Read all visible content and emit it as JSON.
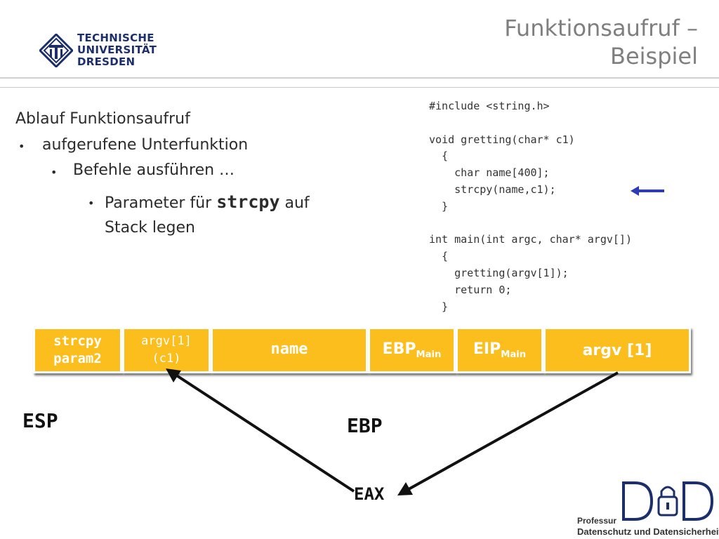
{
  "header": {
    "logo_lines": [
      "TECHNISCHE",
      "UNIVERSITÄT",
      "DRESDEN"
    ],
    "title_lines": [
      "Funktionsaufruf –",
      "Beispiel"
    ]
  },
  "bullets": {
    "heading": "Ablauf Funktionsaufruf",
    "level1": "aufgerufene Unterfunktion",
    "level2": "Befehle ausführen …",
    "level3_prefix": "Parameter für",
    "level3_code": "strcpy",
    "level3_suffix": "auf",
    "level3_line2": "Stack legen",
    "bullet_char": "•"
  },
  "code_lines": [
    "#include <string.h>",
    "",
    "void gretting(char* c1)",
    "  {",
    "    char name[400];",
    "    strcpy(name,c1);",
    "  }",
    "",
    "int main(int argc, char* argv[])",
    "  {",
    "    gretting(argv[1]);",
    "    return 0;",
    "  }"
  ],
  "stack": {
    "param2": [
      "strcpy",
      "param2"
    ],
    "c1": [
      "argv[1]",
      "(c1)"
    ],
    "name": "name",
    "ebp_main": "EBP",
    "ebp_main_sub": "Main",
    "eip_main": "EIP",
    "eip_main_sub": "Main",
    "argv1": "argv [1]"
  },
  "registers": {
    "esp": "ESP",
    "ebp": "EBP",
    "eax": "EAX"
  },
  "footer": {
    "logo_letters": "DuD",
    "org_line1": "Professur",
    "org_line2": "Datenschutz und Datensicherheit"
  },
  "colors": {
    "box_fill": "#fbbe1c",
    "arrow_blue": "#2d3bb5",
    "title_grey": "#7f7f7f",
    "logo_blue": "#1c2f6b"
  },
  "icons": [
    "tu-dresden-emblem-icon",
    "arrow-left-icon",
    "dud-lock-icon"
  ]
}
